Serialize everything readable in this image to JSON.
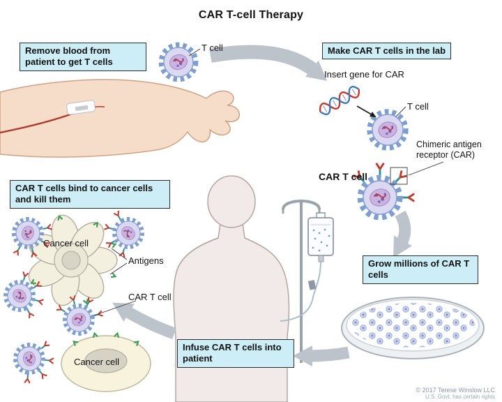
{
  "title": "CAR T-cell Therapy",
  "boxes": {
    "remove_blood": "Remove blood from patient to get T cells",
    "make_car": "Make CAR T cells in the lab",
    "grow": "Grow millions of CAR T cells",
    "infuse": "Infuse CAR T cells into patient",
    "bind_kill": "CAR T cells bind to cancer cells and kill them"
  },
  "labels": {
    "t_cell_top": "T cell",
    "insert_gene": "Insert gene for CAR",
    "t_cell_lab": "T cell",
    "chimeric_receptor": "Chimeric antigen receptor (CAR)",
    "car_t_cell": "CAR T cell",
    "cancer_cell_top": "Cancer cell",
    "antigens": "Antigens",
    "car_t_cell_left": "CAR T cell",
    "cancer_cell_bottom": "Cancer cell"
  },
  "credit": {
    "line1": "© 2017 Terese Winslow LLC",
    "line2": "U.S. Govt. has certain rights"
  },
  "colors": {
    "info_box_bg": "#cdeef7",
    "arrow_gray": "#bcc3cb",
    "cell_spike_blue": "#7d9fd0",
    "cell_body_lavender": "#dbd9f1",
    "nucleus_purple": "#c9b3e0",
    "receptor_red": "#c0392b",
    "receptor_teal": "#2f8f8f",
    "antigen_green": "#3f9b4f",
    "cancer_cream": "#f4f0e0",
    "skin": "#f6ddc9",
    "body_silhouette": "#f2eae8"
  }
}
